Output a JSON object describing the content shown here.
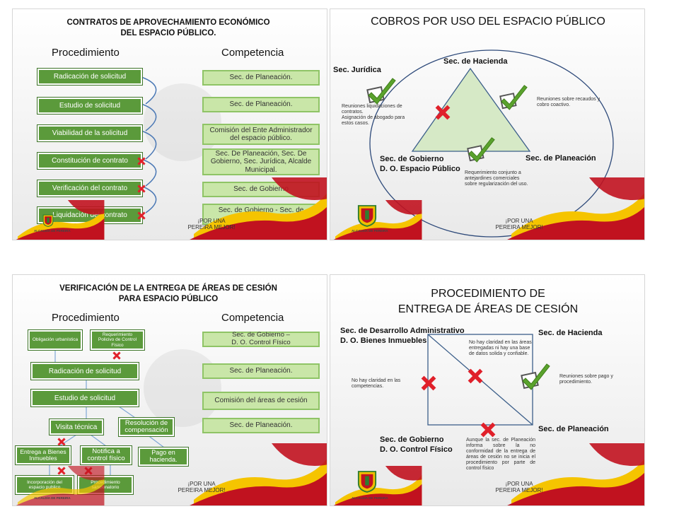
{
  "slide1": {
    "title_line1": "CONTRATOS DE APROVECHAMIENTO ECONÓMICO",
    "title_line2": "DEL ESPACIO PÚBLICO.",
    "col_procedimiento": "Procedimiento",
    "col_competencia": "Competencia",
    "steps": [
      "Radicación de solicitud",
      "Estudio de solicitud",
      "Viabilidad de la solicitud",
      "Constitución de contrato",
      "Verificación del contrato",
      "Liquidación  del contrato"
    ],
    "competencias": [
      "Sec. de Planeación.",
      "Sec. de Planeación.",
      "Comisión del Ente  Administrador del espacio público.",
      "Sec. De Planeación, Sec. De Gobierno, Sec. Jurídica, Alcalde Municipal.",
      "Sec. de Gobierno",
      "Sec. de Gobierno -  Sec. de hacienda"
    ],
    "slogan_line1": "¡POR UNA",
    "slogan_line2": "PEREIRA MEJOR!",
    "footer": "ALCALDÍA DE PEREIRA"
  },
  "slide2": {
    "title": "COBROS POR USO DEL ESPACIO PÚBLICO",
    "sec_hacienda": "Sec. de Hacienda",
    "sec_juridica": "Sec. Jurídica",
    "sec_gobierno_1": "Sec. de Gobierno",
    "sec_gobierno_2": "D. O. Espacio Público",
    "sec_planeacion": "Sec. de Planeación",
    "note_juridica": "Reuniones liquidaciones de contratos.\n Asignación de abogado para estos casos.",
    "note_hacienda": "Reuniones sobre recaudos y cobro coactivo.",
    "note_bottom": "Requerimiento conjunto a antejardines comerciales sobre regularización  del uso.",
    "slogan_line1": "¡POR UNA",
    "slogan_line2": "PEREIRA MEJOR!",
    "footer": "ALCALDÍA DE PEREIRA"
  },
  "slide3": {
    "title_line1": "VERIFICACIÓN DE LA ENTREGA DE ÁREAS DE CESIÓN",
    "title_line2": "PARA  ESPACIO PÚBLICO",
    "col_procedimiento": "Procedimiento",
    "col_competencia": "Competencia",
    "obligacion": "Obligación urbanística",
    "requerimiento": "Requerimiento Policivo de Control Físico",
    "radicacion": "Radicación de solicitud",
    "estudio": "Estudio de solicitud",
    "visita": "Visita técnica",
    "resolucion": "Resolución de compensación",
    "entrega": "Entrega a Bienes Inmuebles",
    "notifica": "Notifica a control físico",
    "pago": "Pago  en hacienda.",
    "incorporacion": "Incorporación del espacio publico",
    "sancionatorio": "Procedimiento sancionatorio",
    "competencias": [
      "Sec. de Gobierno –\nD. O. Control Físico",
      "Sec. de Planeación.",
      "Comisión del áreas de cesión",
      "Sec. de Planeación."
    ],
    "slogan_line1": "¡POR UNA",
    "slogan_line2": "PEREIRA MEJOR!",
    "footer": "ALCALDÍA DE PEREIRA"
  },
  "slide4": {
    "title_line1": "PROCEDIMIENTO DE",
    "title_line2": "ENTREGA DE ÁREAS DE CESIÓN",
    "sec_desarrollo_1": "Sec. de Desarrollo Administrativo",
    "sec_desarrollo_2": "D. O. Bienes Inmuebles",
    "sec_hacienda": "Sec. de Hacienda",
    "sec_gobierno_1": "Sec. de Gobierno",
    "sec_gobierno_2": "D. O. Control Físico",
    "sec_planeacion": "Sec. de Planeación",
    "note_left": "No hay claridad  en las competencias.",
    "note_top": "No hay claridad en las áreas entregadas ni hay una base de datos solida y confiable.",
    "note_right": "Reuniones sobre pago y procedimiento.",
    "note_bottom": "Aunque la sec. de Planeación informa sobre la no conformidad de la entrega de áreas de cesión  no se inicia el procedimiento por parte de control físico",
    "slogan_line1": "¡POR UNA",
    "slogan_line2": "PEREIRA MEJOR!",
    "footer": "ALCALDÍA DE PEREIRA"
  },
  "colors": {
    "green_box": "#5b9a3b",
    "light_green_box": "#c9e6a8",
    "cross_red": "#e0202a",
    "flag_red": "#c1121f",
    "flag_yellow": "#f5c400"
  }
}
